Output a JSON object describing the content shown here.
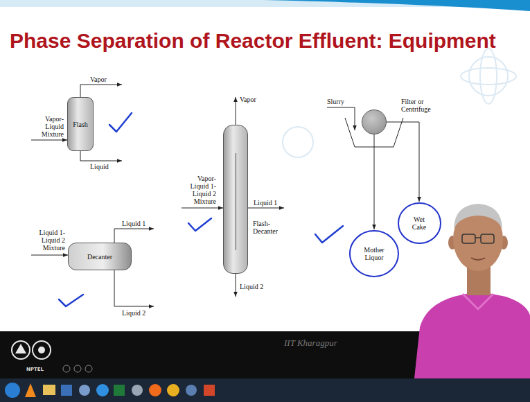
{
  "diagram": {
    "title": "Phase Separation of Reactor Effluent: Equipment",
    "nodes": [
      {
        "text": [
          "Flash"
        ]
      },
      {
        "text": [
          "Decanter"
        ]
      },
      {
        "text": [
          "Flash- Decanter"
        ]
      },
      {
        "text": [
          "Filter or Centrifuge"
        ]
      },
      {
        "text": [
          "Mother Liquor"
        ]
      },
      {
        "text": [
          "Wet Cake"
        ]
      }
    ],
    "edges": [
      {
        "from": 3,
        "to": 4,
        "arrow": "to"
      },
      {
        "from": 3,
        "to": 5,
        "arrow": "to"
      }
    ],
    "labels": [
      "Vapor",
      "Vapor- Liquid Mixture",
      "Liquid",
      "Liquid 1- Liquid 2 Mixture",
      "Liquid 1",
      "Liquid 2",
      "Vapor",
      "Vapor- Liquid 1- Liquid 2 Mixture",
      "Liquid 1",
      "Liquid 2",
      "Slurry",
      "IIT Kharagpur",
      "NPTEL"
    ]
  }
}
